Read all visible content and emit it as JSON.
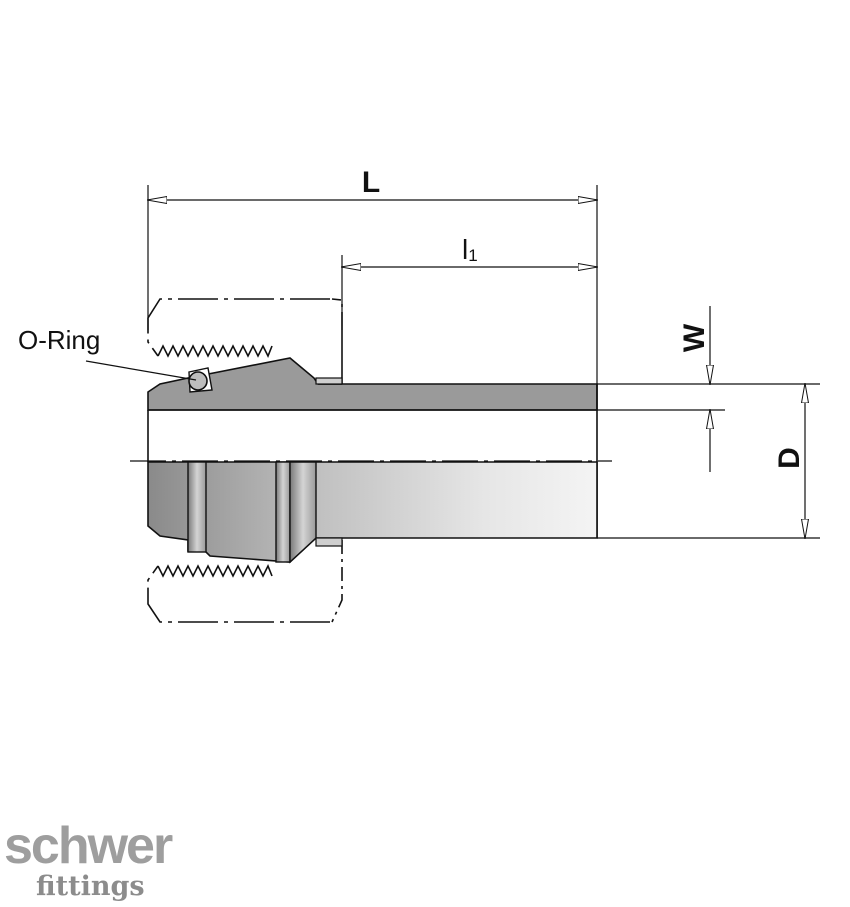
{
  "dimensions": {
    "overall_length": "L",
    "insertion_length": "l",
    "insertion_length_subscript": "1",
    "wall_thickness": "W",
    "diameter": "D"
  },
  "callouts": {
    "o_ring": "O-Ring"
  },
  "logo": {
    "brand_top": "schwer",
    "brand_bottom": "fittings"
  },
  "colors": {
    "line": "#111111",
    "section_fill": "#9a9a9a",
    "logo_gray": "#9e9e9e"
  }
}
